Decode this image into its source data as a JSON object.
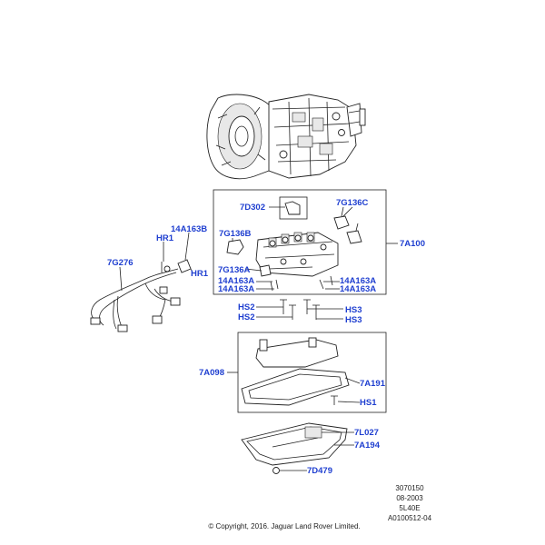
{
  "callouts": {
    "c7D302": "7D302",
    "c7G136C": "7G136C",
    "c7G136B": "7G136B",
    "c7A100": "7A100",
    "c14A163B": "14A163B",
    "cHR1a": "HR1",
    "cHR1b": "HR1",
    "c7G276": "7G276",
    "c7G136A": "7G136A",
    "c14A163A_l1": "14A163A",
    "c14A163A_l2": "14A163A",
    "c14A163A_r1": "14A163A",
    "c14A163A_r2": "14A163A",
    "cHS2a": "HS2",
    "cHS2b": "HS2",
    "cHS3a": "HS3",
    "cHS3b": "HS3",
    "c7A098": "7A098",
    "c7A191": "7A191",
    "cHS1": "HS1",
    "c7L027": "7L027",
    "c7A194": "7A194",
    "c7D479": "7D479"
  },
  "meta": {
    "code": "3070150",
    "date": "08-2003",
    "model": "5L40E",
    "ref": "A0100512-04",
    "copyright": "© Copyright, 2016. Jaguar Land Rover Limited."
  },
  "colors": {
    "callout": "#1f3fd0",
    "line": "#222222"
  }
}
